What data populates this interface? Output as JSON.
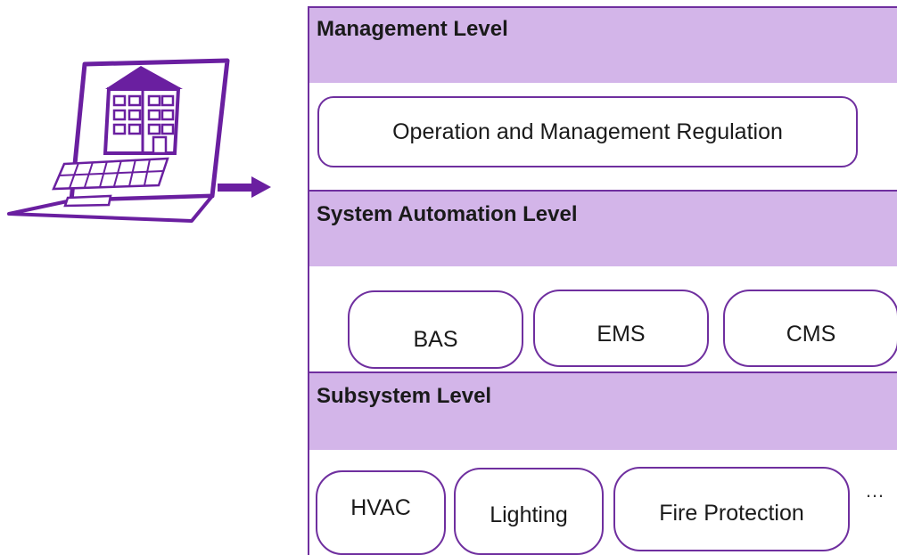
{
  "levels": {
    "management": {
      "title": "Management Level",
      "items": [
        "Operation and Management Regulation"
      ]
    },
    "system_automation": {
      "title": "System Automation Level",
      "items": [
        "BAS",
        "EMS",
        "CMS"
      ]
    },
    "subsystem": {
      "title": "Subsystem Level",
      "items": [
        "HVAC",
        "Lighting",
        "Fire Protection"
      ],
      "more": "…"
    }
  },
  "colors": {
    "band": "#d3b5e9",
    "border": "#6f2f9f",
    "icon": "#6a1fa0"
  },
  "icons": {
    "device": "laptop-with-building-icon",
    "flow": "right-arrow-icon"
  }
}
